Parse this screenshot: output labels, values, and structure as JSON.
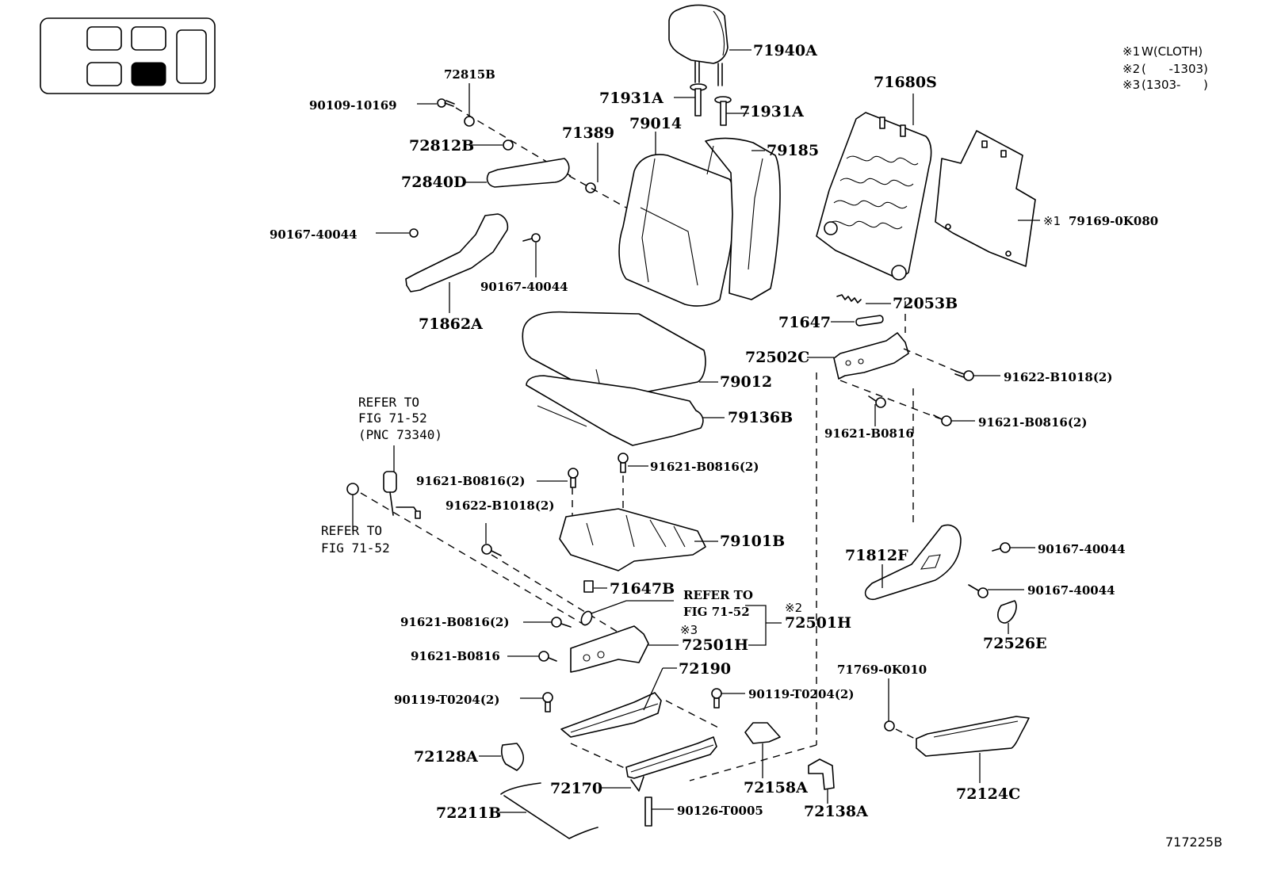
{
  "diagram": {
    "type": "exploded parts diagram",
    "subject": "Front seat assembly",
    "figure_code": "717225B",
    "position_indicator": {
      "description": "vehicle seat layout locator",
      "seats": [
        "front-left",
        "front-right",
        "rear-left",
        "rear-right",
        "rear-bench"
      ],
      "highlighted": "rear-right"
    },
    "notes": [
      {
        "mark": "※1",
        "text": "W(CLOTH)"
      },
      {
        "mark": "※2",
        "text": "(      -1303)"
      },
      {
        "mark": "※3",
        "text": "(1303-      )"
      }
    ],
    "parts": {
      "p71940A": "71940A",
      "p71931A_l": "71931A",
      "p71931A_r": "71931A",
      "p72815B": "72815B",
      "p90109": "90109-10169",
      "p72812B": "72812B",
      "p71389": "71389",
      "p79014": "79014",
      "p79185": "79185",
      "p72840D": "72840D",
      "p71680S": "71680S",
      "p79169": "79169-0K080",
      "p79169_mark": "※1",
      "p90167_a": "90167-40044",
      "p90167_b": "90167-40044",
      "p71862A": "71862A",
      "p72053B": "72053B",
      "p71647": "71647",
      "p72502C": "72502C",
      "p79012": "79012",
      "p91622_r": "91622-B1018(2)",
      "p79136B": "79136B",
      "p91621_m": "91621-B0816",
      "p91621_r2": "91621-B0816(2)",
      "p91621_c": "91621-B0816(2)",
      "p91621_l": "91621-B0816(2)",
      "p91622_l": "91622-B1018(2)",
      "p79101B": "79101B",
      "p71812F": "71812F",
      "p90167_c": "90167-40044",
      "p90167_d": "90167-40044",
      "p71647B": "71647B",
      "p72526E": "72526E",
      "p91621_ll": "91621-B0816(2)",
      "p72501H_3": "72501H",
      "p72501H_3_mark": "※3",
      "p72501H_2": "72501H",
      "p72501H_2_mark": "※2",
      "p91621_single": "91621-B0816",
      "p72190": "72190",
      "p71769": "71769-0K010",
      "p90119_l": "90119-T0204(2)",
      "p90119_r": "90119-T0204(2)",
      "p72128A": "72128A",
      "p72158A": "72158A",
      "p72124C": "72124C",
      "p72170": "72170",
      "p72138A": "72138A",
      "p72211B": "72211B",
      "p90126": "90126-T0005"
    },
    "references": {
      "belt": [
        "REFER TO",
        "FIG 71-52",
        "(PNC 73340)"
      ],
      "anchor": [
        "REFER TO",
        "FIG 71-52"
      ],
      "bracket": [
        "REFER TO",
        "FIG 71-52"
      ]
    }
  }
}
